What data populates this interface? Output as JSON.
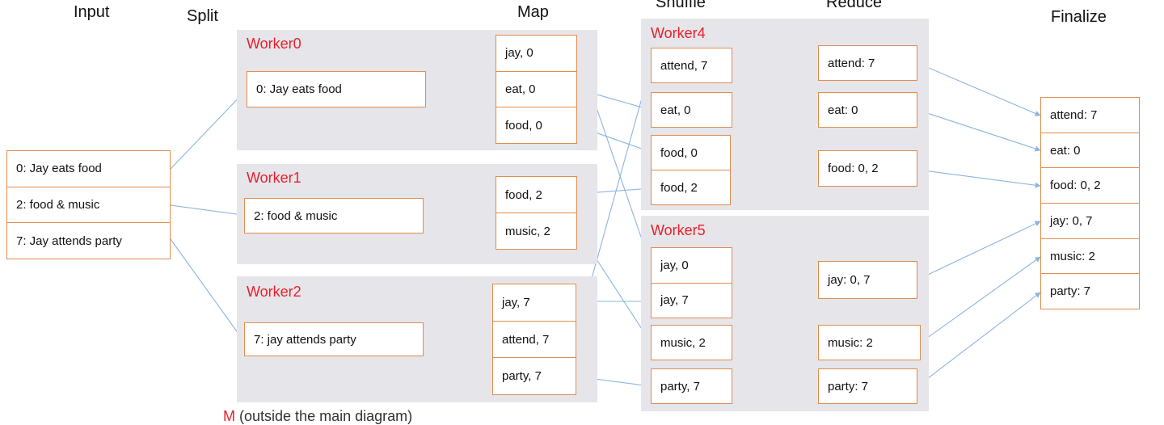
{
  "stages": {
    "input": "Input",
    "split": "Split",
    "map": "Map",
    "shuffle": "Shuffle",
    "reduce": "Reduce",
    "finalize": "Finalize"
  },
  "input_records": [
    "0: Jay eats food",
    "2: food & music",
    "7: Jay attends party"
  ],
  "workers": {
    "w0": {
      "title": "Worker0",
      "split": "0: Jay eats food",
      "map": [
        "jay, 0",
        "eat, 0",
        "food, 0"
      ]
    },
    "w1": {
      "title": "Worker1",
      "split": "2: food & music",
      "map": [
        "food, 2",
        "music, 2"
      ]
    },
    "w2": {
      "title": "Worker2",
      "split": "7: jay attends party",
      "map": [
        "jay, 7",
        "attend, 7",
        "party, 7"
      ]
    },
    "w4": {
      "title": "Worker4",
      "shuffle": {
        "attend": [
          "attend, 7"
        ],
        "eat": [
          "eat, 0"
        ],
        "food": [
          "food, 0",
          "food, 2"
        ]
      },
      "reduce": {
        "attend": "attend: 7",
        "eat": "eat: 0",
        "food": "food: 0, 2"
      }
    },
    "w5": {
      "title": "Worker5",
      "shuffle": {
        "jay": [
          "jay, 0",
          "jay, 7"
        ],
        "music": [
          "music, 2"
        ],
        "party": [
          "party, 7"
        ]
      },
      "reduce": {
        "jay": "jay: 0, 7",
        "music": "music: 2",
        "party": "party: 7"
      }
    }
  },
  "final_results": [
    "attend: 7",
    "eat: 0",
    "food: 0, 2",
    "jay: 0, 7",
    "music: 2",
    "party: 7"
  ],
  "footer_note": {
    "mark": "M",
    "text": "(outside the main diagram)"
  },
  "colors": {
    "worker_title": "#e8202a",
    "box_border": "#e08d4e",
    "panel": "#e6e5ea",
    "thick_arrow": "#5b9bd5",
    "thin_arrow": "#8ab4e0"
  }
}
